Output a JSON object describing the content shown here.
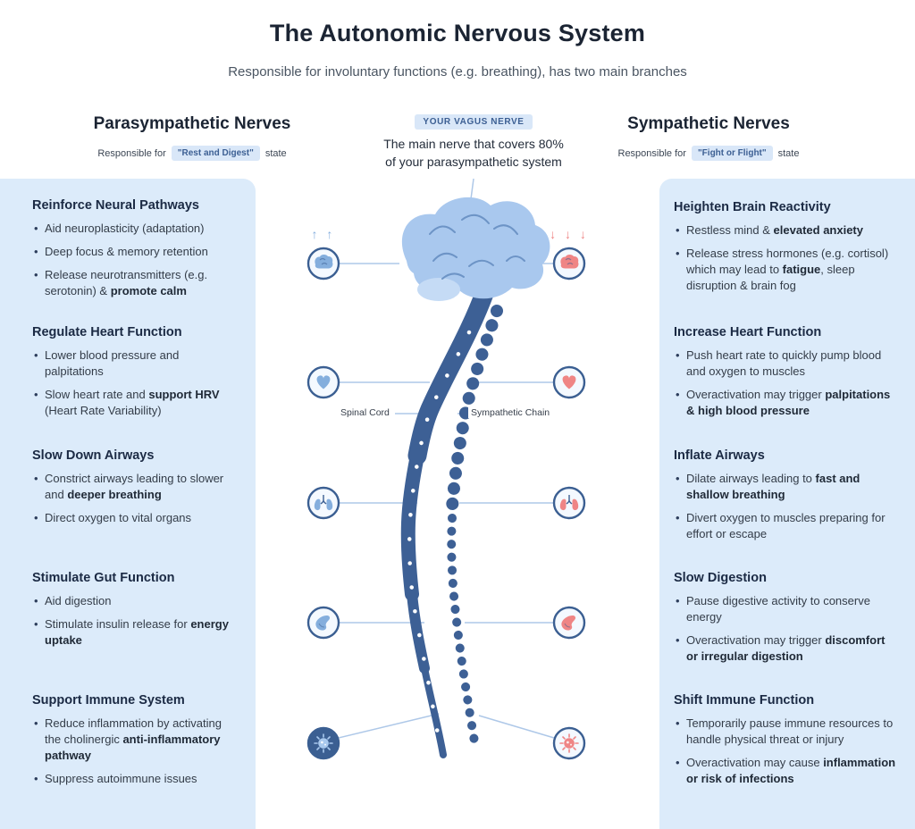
{
  "page": {
    "title": "The Autonomic Nervous System",
    "subtitle": "Responsible for involuntary functions (e.g. breathing), has two main branches"
  },
  "colors": {
    "panel_bg": "#dcebfa",
    "navy": "#3b5f92",
    "light_blue": "#84aedd",
    "red": "#ef8585",
    "badge_bg": "#d9e7f8"
  },
  "left": {
    "heading": "Parasympathetic Nerves",
    "responsible": {
      "prefix": "Responsible for",
      "badge": "\"Rest and Digest\"",
      "suffix": "state"
    },
    "sections": [
      {
        "title": "Reinforce Neural Pathways",
        "items": [
          {
            "pre": "Aid neuroplasticity (adaptation)"
          },
          {
            "pre": "Deep focus & memory retention"
          },
          {
            "pre": "Release neurotransmitters (e.g. serotonin) & ",
            "bold": "promote calm"
          }
        ]
      },
      {
        "title": "Regulate Heart Function",
        "items": [
          {
            "pre": "Lower blood pressure and palpitations"
          },
          {
            "pre": "Slow heart rate and ",
            "bold": "support HRV",
            "post": " (Heart Rate Variability)"
          }
        ]
      },
      {
        "title": "Slow Down Airways",
        "items": [
          {
            "pre": "Constrict airways leading to slower and ",
            "bold": "deeper breathing"
          },
          {
            "pre": "Direct oxygen to vital organs"
          }
        ]
      },
      {
        "title": "Stimulate Gut Function",
        "items": [
          {
            "pre": "Aid digestion"
          },
          {
            "pre": "Stimulate insulin release for ",
            "bold": "energy uptake"
          }
        ]
      },
      {
        "title": "Support Immune System",
        "items": [
          {
            "pre": "Reduce inflammation by activating the cholinergic ",
            "bold": "anti-inflammatory pathway"
          },
          {
            "pre": "Suppress autoimmune issues"
          }
        ]
      }
    ]
  },
  "right": {
    "heading": "Sympathetic Nerves",
    "responsible": {
      "prefix": "Responsible for",
      "badge": "\"Fight or Flight\"",
      "suffix": "state"
    },
    "sections": [
      {
        "title": "Heighten Brain Reactivity",
        "items": [
          {
            "pre": "Restless mind & ",
            "bold": "elevated anxiety"
          },
          {
            "pre": "Release stress hormones (e.g. cortisol) which may lead to ",
            "bold": "fatigue",
            "post": ", sleep disruption & brain fog"
          }
        ]
      },
      {
        "title": "Increase Heart Function",
        "items": [
          {
            "pre": "Push heart rate to quickly pump blood and oxygen to muscles"
          },
          {
            "pre": "Overactivation may trigger ",
            "bold": "palpitations & high blood pressure"
          }
        ]
      },
      {
        "title": "Inflate Airways",
        "items": [
          {
            "pre": "Dilate airways leading to ",
            "bold": "fast and shallow breathing"
          },
          {
            "pre": "Divert oxygen to muscles preparing for effort or escape"
          }
        ]
      },
      {
        "title": "Slow Digestion",
        "items": [
          {
            "pre": "Pause digestive activity to conserve energy"
          },
          {
            "pre": "Overactivation may trigger ",
            "bold": "discomfort or irregular digestion"
          }
        ]
      },
      {
        "title": "Shift Immune Function",
        "items": [
          {
            "pre": "Temporarily pause immune resources to handle physical threat or injury"
          },
          {
            "pre": "Overactivation may cause ",
            "bold": "inflammation or risk of infections"
          }
        ]
      }
    ]
  },
  "center": {
    "vagus_badge": "YOUR VAGUS NERVE",
    "vagus_line1": "The main nerve that covers 80%",
    "vagus_line2": "of your parasympathetic system",
    "spinal_label": "Spinal  Cord",
    "chain_label": "Sympathetic Chain",
    "arrows_up": "↑ ↑",
    "arrows_down": "↓ ↓ ↓",
    "icons": {
      "left": [
        "brain-icon",
        "heart-icon",
        "lungs-icon",
        "stomach-icon",
        "immune-cell-icon"
      ],
      "right": [
        "brain-icon",
        "heart-icon",
        "lungs-icon",
        "stomach-icon",
        "immune-cell-icon"
      ]
    }
  }
}
